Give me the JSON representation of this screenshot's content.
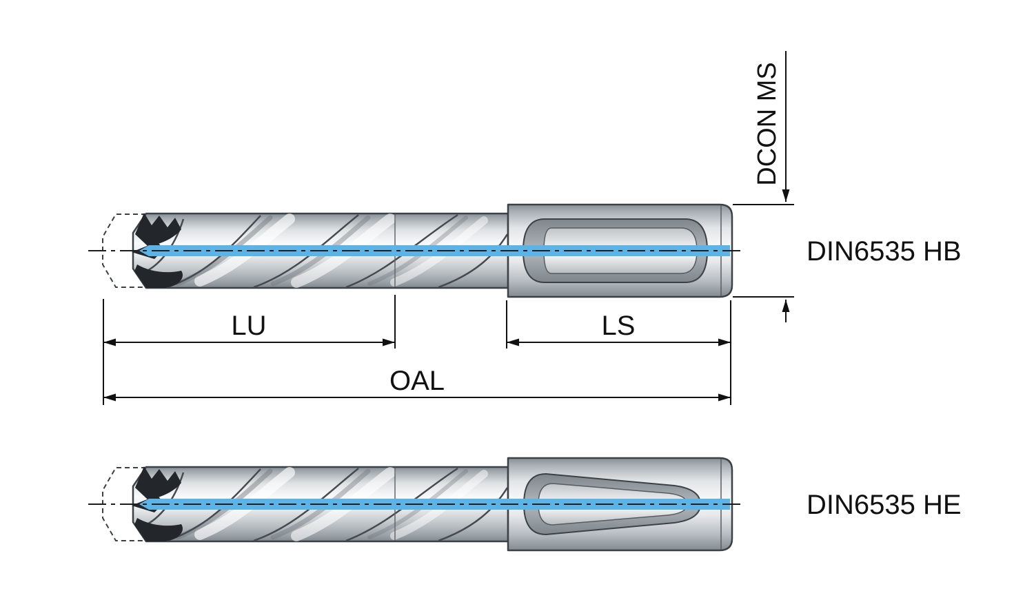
{
  "diagram": {
    "kind": "tool-dimension-drawing",
    "labels": {
      "dcon": "DCON MS",
      "lu": "LU",
      "ls": "LS",
      "oal": "OAL"
    },
    "variants": {
      "top": "DIN6535 HB",
      "bottom": "DIN6535 HE"
    },
    "colors": {
      "coolant_blue": "#5bb4e5",
      "label_red": "#e4252a",
      "line": "#111111"
    }
  }
}
